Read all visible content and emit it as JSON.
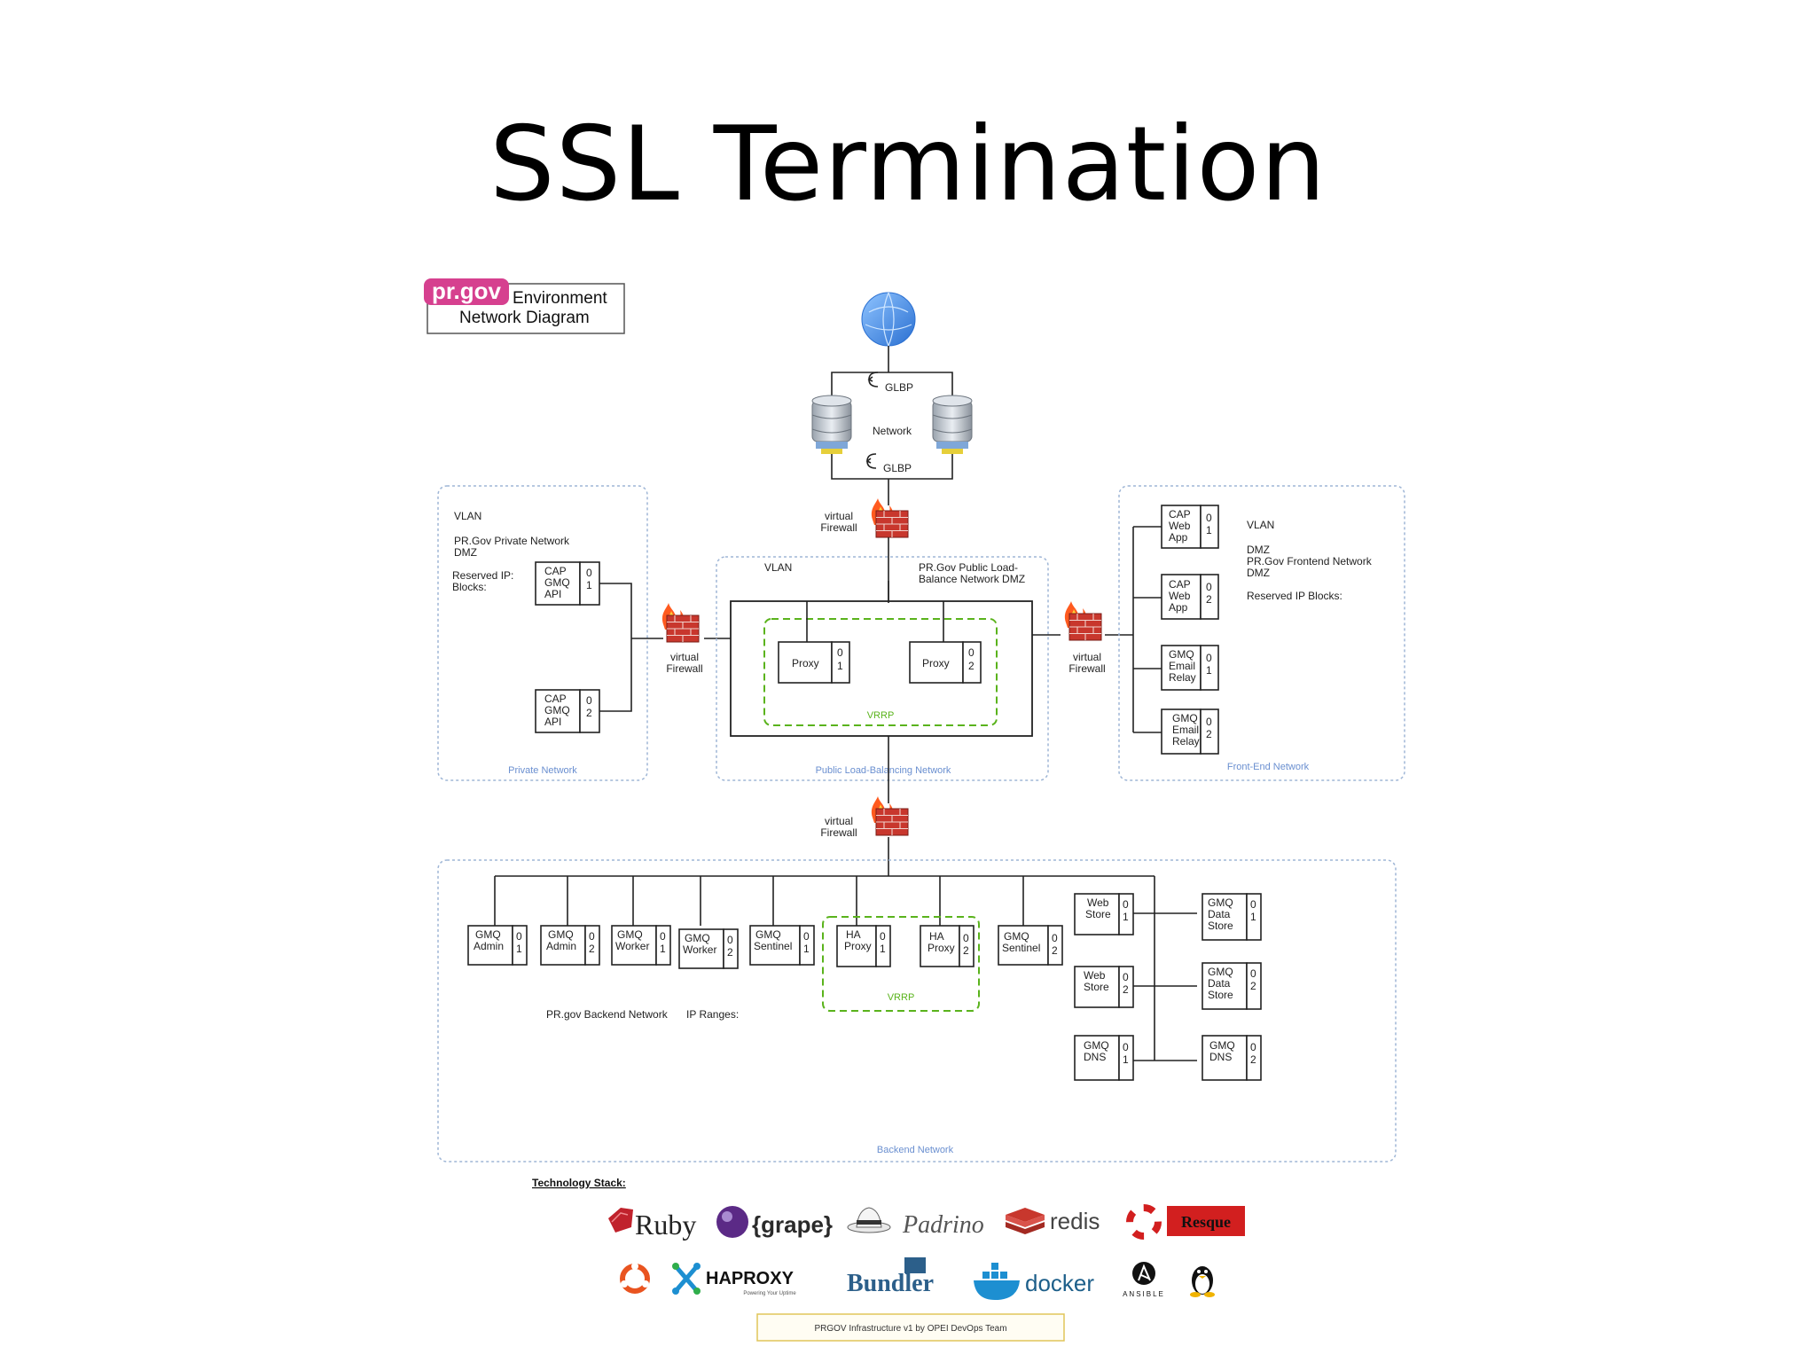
{
  "slide_title": "SSL Termination",
  "logo": {
    "brand": "pr.gov",
    "line1": "Environment",
    "line2": "Network Diagram"
  },
  "top": {
    "glbp_top": "GLBP",
    "glbp_bottom": "GLBP",
    "network_label": "Network"
  },
  "firewall": {
    "line1": "virtual",
    "line2": "Firewall"
  },
  "private_zone": {
    "vlan": "VLAN",
    "desc1": "PR.Gov Private Network",
    "desc2": "DMZ",
    "reserved1": "Reserved IP:",
    "reserved2": "Blocks:",
    "footer": "Private Network",
    "nodes": [
      {
        "lines": [
          "CAP",
          "GMQ",
          "API"
        ],
        "idx": [
          "0",
          "1"
        ]
      },
      {
        "lines": [
          "CAP",
          "GMQ",
          "API"
        ],
        "idx": [
          "0",
          "2"
        ]
      }
    ]
  },
  "public_zone": {
    "vlan": "VLAN",
    "desc1": "PR.Gov  Public Load-",
    "desc2": "Balance Network DMZ",
    "vrrp": "VRRP",
    "footer": "Public Load-Balancing Network",
    "nodes": [
      {
        "lines": [
          "Proxy"
        ],
        "idx": [
          "0",
          "1"
        ]
      },
      {
        "lines": [
          "Proxy"
        ],
        "idx": [
          "0",
          "2"
        ]
      }
    ]
  },
  "frontend_zone": {
    "vlan": "VLAN",
    "desc1": "DMZ",
    "desc2": "PR.Gov Frontend Network",
    "desc3": "DMZ",
    "reserved": "Reserved IP Blocks:",
    "footer": "Front-End Network",
    "nodes": [
      {
        "lines": [
          "CAP",
          "Web",
          "App"
        ],
        "idx": [
          "0",
          "1"
        ]
      },
      {
        "lines": [
          "CAP",
          "Web",
          "App"
        ],
        "idx": [
          "0",
          "2"
        ]
      },
      {
        "lines": [
          "GMQ",
          "Email",
          "Relay"
        ],
        "idx": [
          "0",
          "1"
        ]
      },
      {
        "lines": [
          "GMQ",
          "Email",
          "Relay"
        ],
        "idx": [
          "0",
          "2"
        ]
      }
    ]
  },
  "backend_zone": {
    "desc": "PR.gov Backend Network",
    "ip_ranges": "IP Ranges:",
    "vrrp": "VRRP",
    "footer": "Backend Network",
    "row_nodes": [
      {
        "lines": [
          "GMQ",
          "Admin"
        ],
        "idx": [
          "0",
          "1"
        ]
      },
      {
        "lines": [
          "GMQ",
          "Admin"
        ],
        "idx": [
          "0",
          "2"
        ]
      },
      {
        "lines": [
          "GMQ",
          "Worker"
        ],
        "idx": [
          "0",
          "1"
        ]
      },
      {
        "lines": [
          "GMQ",
          "Worker"
        ],
        "idx": [
          "0",
          "2"
        ]
      },
      {
        "lines": [
          "GMQ",
          "Sentinel"
        ],
        "idx": [
          "0",
          "1"
        ]
      },
      {
        "lines": [
          "HA",
          "Proxy"
        ],
        "idx": [
          "0",
          "1"
        ]
      },
      {
        "lines": [
          "HA",
          "Proxy"
        ],
        "idx": [
          "0",
          "2"
        ]
      },
      {
        "lines": [
          "GMQ",
          "Sentinel"
        ],
        "idx": [
          "0",
          "2"
        ]
      }
    ],
    "left_col": [
      {
        "lines": [
          "Web",
          "Store"
        ],
        "idx": [
          "0",
          "1"
        ]
      },
      {
        "lines": [
          "Web",
          "Store"
        ],
        "idx": [
          "0",
          "2"
        ]
      },
      {
        "lines": [
          "GMQ",
          "DNS"
        ],
        "idx": [
          "0",
          "1"
        ]
      }
    ],
    "right_col": [
      {
        "lines": [
          "GMQ",
          "Data",
          "Store"
        ],
        "idx": [
          "0",
          "1"
        ]
      },
      {
        "lines": [
          "GMQ",
          "Data",
          "Store"
        ],
        "idx": [
          "0",
          "2"
        ]
      },
      {
        "lines": [
          "GMQ",
          "DNS"
        ],
        "idx": [
          "0",
          "2"
        ]
      }
    ]
  },
  "tech_stack": {
    "heading": "Technology Stack:",
    "row1": [
      "Ruby",
      "{grape}",
      "Padrino",
      "redis",
      "Resque"
    ],
    "row2": [
      "HAPROXY",
      "Bundler",
      "docker",
      "ANSIBLE"
    ],
    "haproxy_sub": "Powering Your Uptime"
  },
  "footer_note": "PRGOV Infrastructure v1 by OPEI DevOps Team",
  "colors": {
    "globe": "#4a90e2",
    "logo_pink": "#d6408f",
    "zone_border": "#9fb6d6",
    "vrrp_green": "#5ab31c",
    "zone_label_blue": "#6a8fd0",
    "firewall_red": "#c8372d",
    "flame": "#ff5a1f",
    "ruby_red": "#c0222c",
    "grape_purple": "#5b2a86",
    "redis_red": "#c8372d",
    "resque_red": "#d21f1f",
    "docker_blue": "#1d8fd1",
    "footer_note_border": "#e0c55a"
  },
  "icons": [
    "globe-icon",
    "database-server-icon",
    "glbp-icon",
    "firewall-icon",
    "ruby-icon",
    "grape-icon",
    "padrino-hat-icon",
    "redis-icon",
    "resque-icon",
    "ubuntu-icon",
    "haproxy-icon",
    "bundler-icon",
    "docker-icon",
    "ansible-icon",
    "linux-tux-icon"
  ]
}
